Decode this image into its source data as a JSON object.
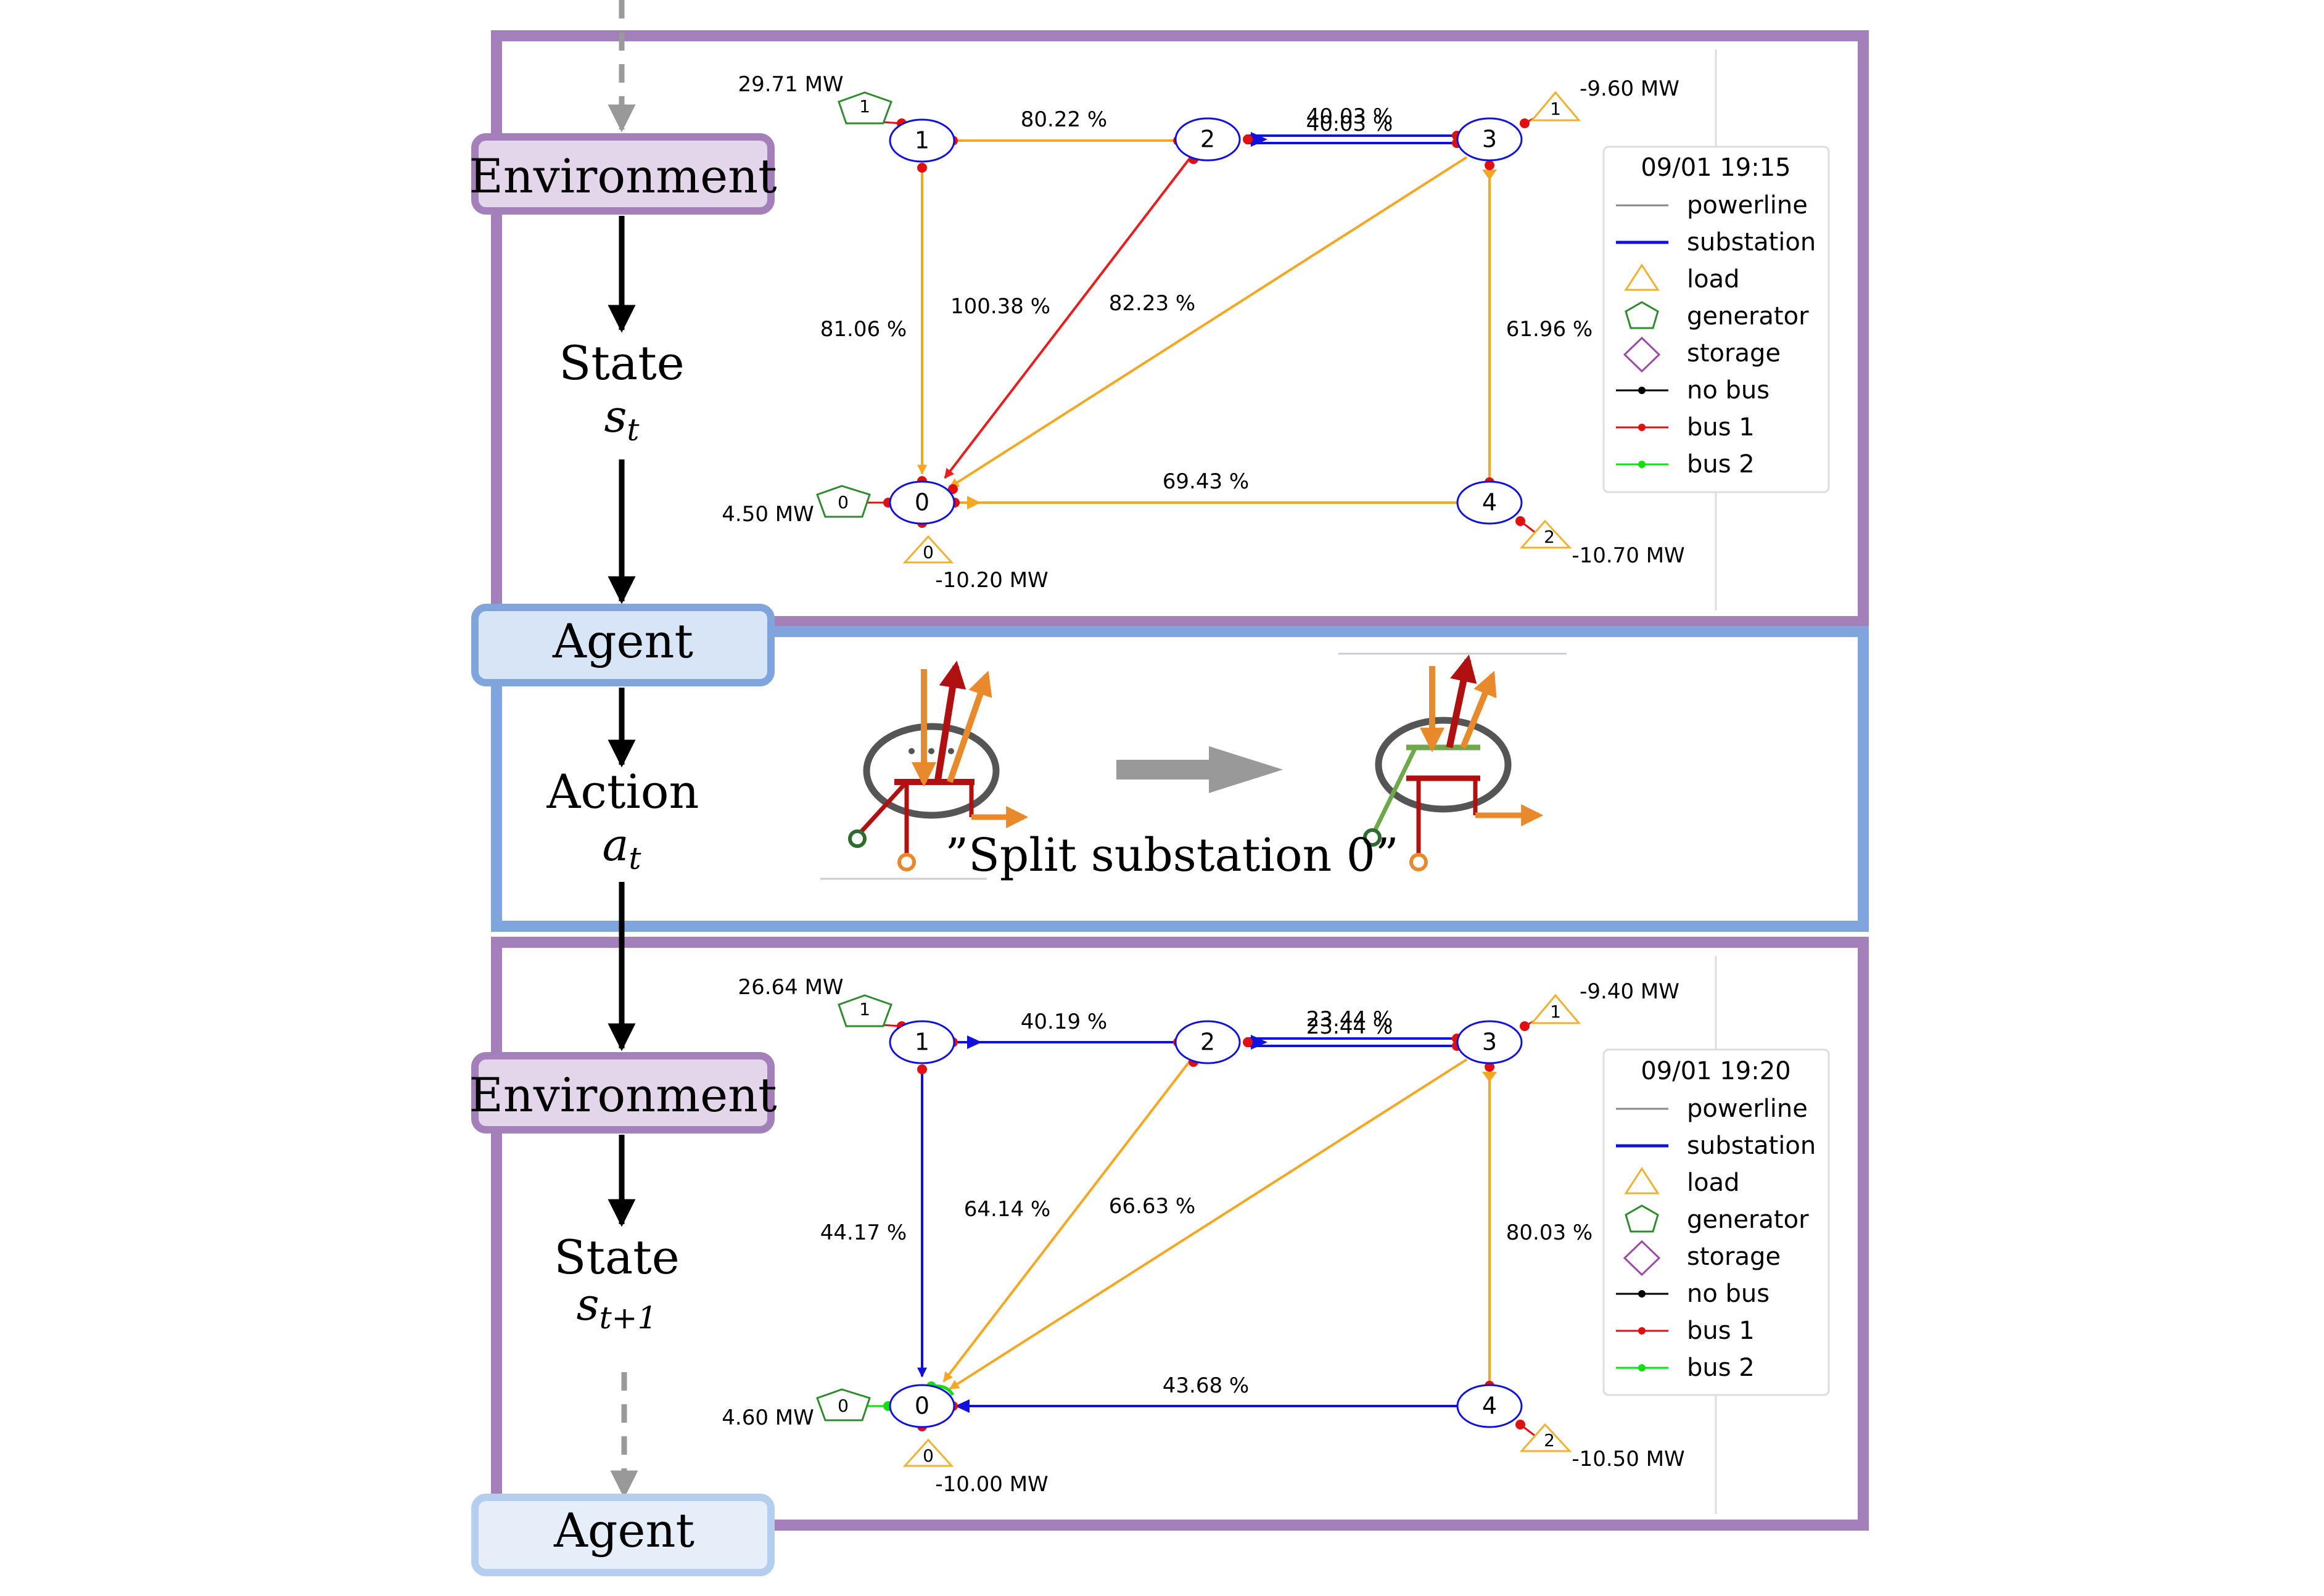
{
  "flow": {
    "env1": "Environment",
    "state1": "State",
    "state1_sym": "s",
    "state1_sub": "t",
    "agent1": "Agent",
    "action": "Action",
    "action_sym": "a",
    "action_sub": "t",
    "env2": "Environment",
    "state2": "State",
    "state2_sym": "s",
    "state2_sub": "t+1",
    "agent2": "Agent"
  },
  "action_caption": "”Split substation 0”",
  "panels": [
    {
      "timestamp": "09/01 19:15",
      "nodes": [
        "0",
        "1",
        "2",
        "3",
        "4"
      ],
      "line_labels": {
        "l12": "80.22 %",
        "l23a": "40.03 %",
        "l23b": "40.03 %",
        "l10": "81.06 %",
        "l20": "100.38 %",
        "l30": "82.23 %",
        "l34": "61.96 %",
        "l04": "69.43 %"
      },
      "gens": [
        {
          "id": "1",
          "value": "29.71 MW"
        },
        {
          "id": "0",
          "value": "4.50 MW"
        }
      ],
      "loads": [
        {
          "id": "1",
          "value": "-9.60 MW"
        },
        {
          "id": "0",
          "value": "-10.20 MW"
        },
        {
          "id": "2",
          "value": "-10.70 MW"
        }
      ]
    },
    {
      "timestamp": "09/01 19:20",
      "nodes": [
        "0",
        "1",
        "2",
        "3",
        "4"
      ],
      "line_labels": {
        "l12": "40.19 %",
        "l23a": "23.44 %",
        "l23b": "23.44 %",
        "l10": "44.17 %",
        "l20": "64.14 %",
        "l30": "66.63 %",
        "l34": "80.03 %",
        "l04": "43.68 %"
      },
      "gens": [
        {
          "id": "1",
          "value": "26.64 MW"
        },
        {
          "id": "0",
          "value": "4.60 MW"
        }
      ],
      "loads": [
        {
          "id": "1",
          "value": "-9.40 MW"
        },
        {
          "id": "0",
          "value": "-10.00 MW"
        },
        {
          "id": "2",
          "value": "-10.50 MW"
        }
      ]
    }
  ],
  "legend": {
    "items": [
      "powerline",
      "substation",
      "load",
      "generator",
      "storage",
      "no bus",
      "bus 1",
      "bus 2"
    ]
  },
  "colors": {
    "env_border": "#a380b9",
    "env_fill": "#e3d5ea",
    "agent_border": "#7fa5dc",
    "agent_fill": "#d8e5f7",
    "line_orange": "#f5a623",
    "line_red": "#e81e1e",
    "line_blue": "#1010e0",
    "bus1": "#e01010",
    "bus2": "#10e010",
    "generator": "#2e8b2e",
    "load": "#f0b030",
    "storage": "#9b4aa8"
  }
}
